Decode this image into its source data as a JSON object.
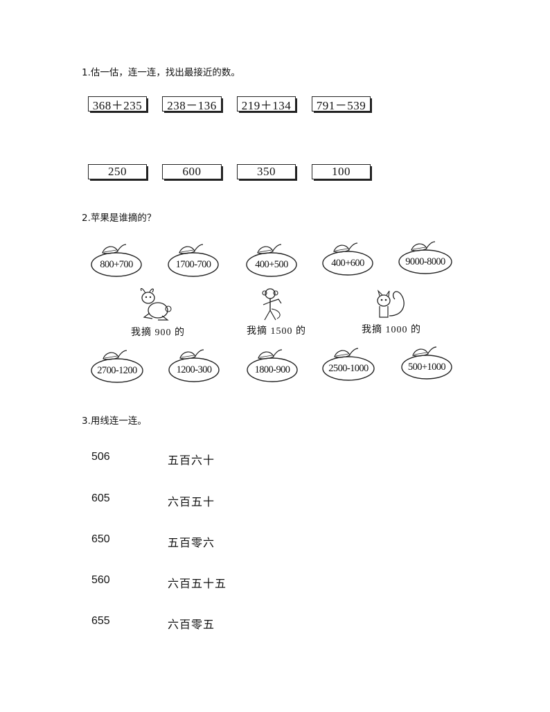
{
  "q1": {
    "title": "1.估一估，连一连，找出最接近的数。",
    "top_boxes": [
      "368＋235",
      "238－136",
      "219＋134",
      "791－539"
    ],
    "bottom_boxes": [
      "250",
      "600",
      "350",
      "100"
    ]
  },
  "q2": {
    "title": "2.苹果是谁摘的？",
    "top_apples": [
      "800+700",
      "1700-700",
      "400+500",
      "400+600",
      "9000-8000"
    ],
    "animals": [
      {
        "icon": "rabbit-icon",
        "text": "我摘 900 的"
      },
      {
        "icon": "monkey-icon",
        "text": "我摘 1500 的"
      },
      {
        "icon": "squirrel-icon",
        "text": "我摘 1000 的"
      }
    ],
    "bottom_apples": [
      "2700-1200",
      "1200-300",
      "1800-900",
      "2500-1000",
      "500+1000"
    ]
  },
  "q3": {
    "title": "3.用线连一连。",
    "numbers": [
      "506",
      "605",
      "650",
      "560",
      "655"
    ],
    "words": [
      "五百六十",
      "六百五十",
      "五百零六",
      "六百五十五",
      "六百零五"
    ]
  }
}
